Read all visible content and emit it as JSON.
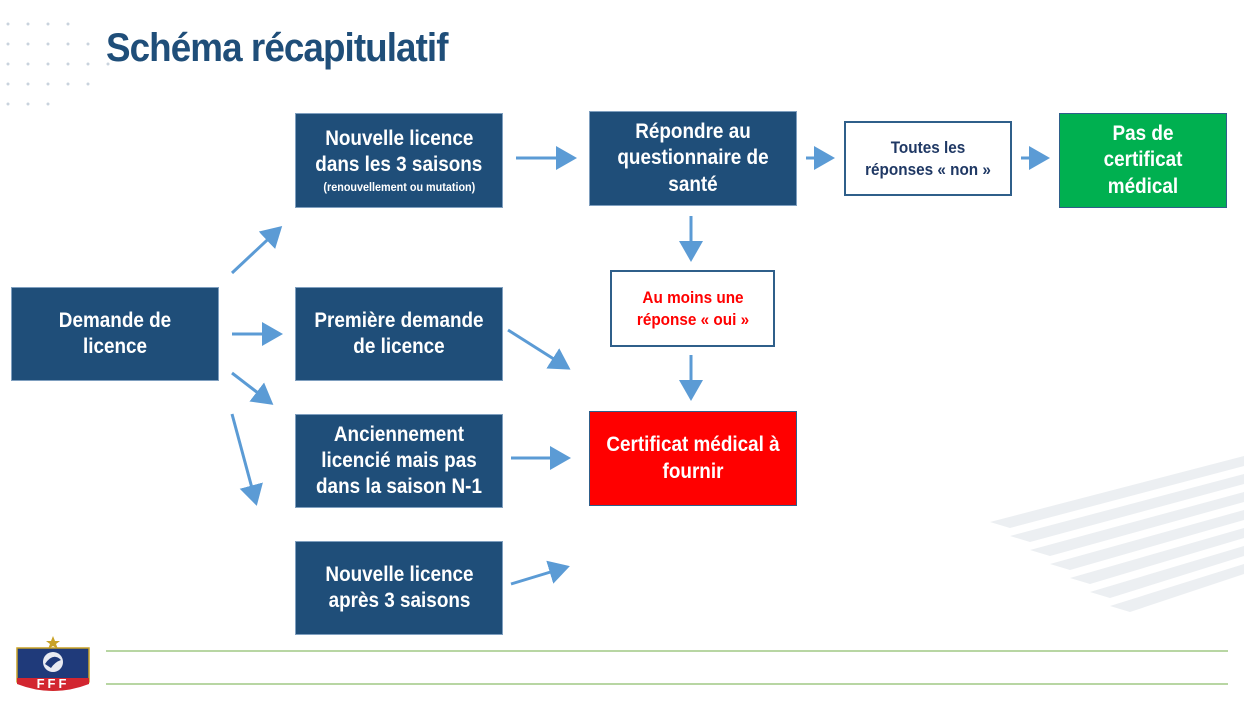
{
  "title": "Schéma récapitulatif",
  "nodes": {
    "demande": "Demande de licence",
    "nouvelle3": {
      "line1": "Nouvelle licence",
      "line2": "dans les 3 saisons",
      "note": "(renouvellement ou mutation)"
    },
    "premiere": "Première demande de licence",
    "ancien": "Anciennement licencié mais pas dans la saison N-1",
    "apres3": "Nouvelle licence après 3 saisons",
    "questionnaire": "Répondre au questionnaire de santé",
    "non": "Toutes les réponses « non »",
    "oui": "Au moins une réponse « oui »",
    "pas_certificat": "Pas de certificat médical",
    "certificat": "Certificat médical à fournir"
  },
  "logo": {
    "text": "FFF"
  },
  "colors": {
    "navy": "#1f4e79",
    "green": "#00b050",
    "red": "#ff0000",
    "arrow": "#5b9bd5"
  }
}
